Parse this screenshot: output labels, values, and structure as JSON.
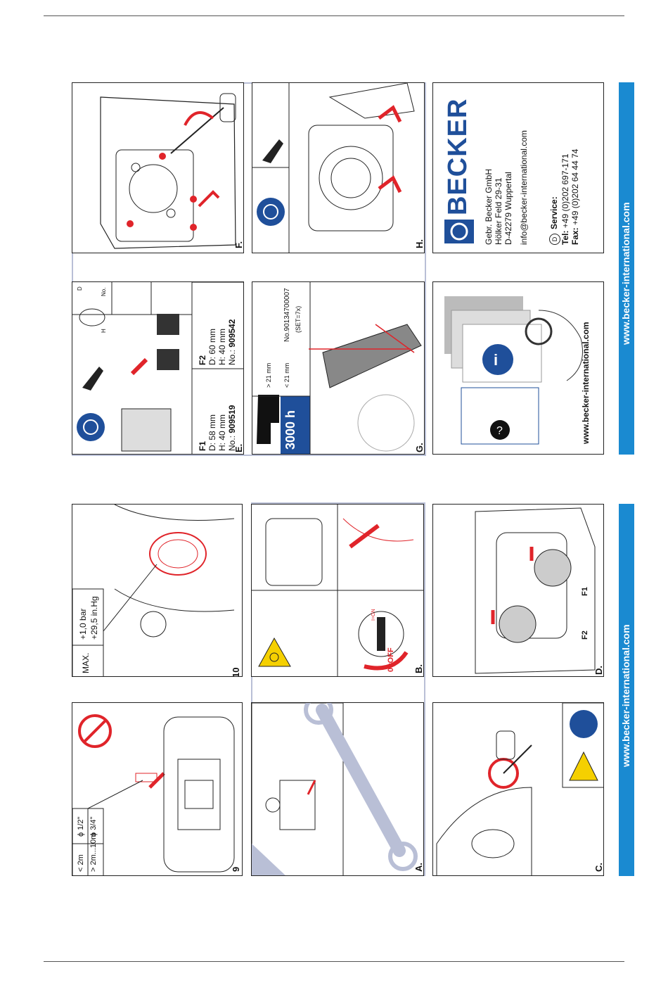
{
  "brand": {
    "name": "BECKER",
    "colors": {
      "blue": "#1a8ad1",
      "red": "#e0242a",
      "navy": "#1f4f9a",
      "frame": "#b9bfd6"
    }
  },
  "url": "www.becker-international.com",
  "panels": {
    "p9": {
      "label": "9",
      "r1": "< 2m",
      "r1b": "ϕ 1/2\"",
      "r2": "> 2m...10m",
      "r2b": "ϕ 3/4\""
    },
    "p10": {
      "label": "10",
      "max": "MAX.",
      "val1": "+1,0 bar",
      "val2": "+29,5 in.Hg"
    },
    "pA": {
      "label": "A."
    },
    "pB": {
      "label": "B.",
      "off": "0=OFF",
      "on": "I=ON"
    },
    "pC": {
      "label": "C."
    },
    "pD": {
      "label": "D.",
      "f1": "F1",
      "f2": "F2"
    },
    "pE": {
      "label": "E.",
      "f1": {
        "name": "F1",
        "d": "D: 58 mm",
        "h": "H: 40 mm",
        "no_prefix": "No.: ",
        "no": "909519"
      },
      "f2": {
        "name": "F2",
        "d": "D: 60 mm",
        "h": "H: 40 mm",
        "no_prefix": "No.: ",
        "no": "909542"
      },
      "dim_d": "D",
      "dim_h": "H",
      "dim_no": "No."
    },
    "pF": {
      "label": "F."
    },
    "pG": {
      "label": "G.",
      "hours": "3000 h",
      "gt": "> 21 mm",
      "lt": "< 21 mm",
      "partno": "No.90134700007",
      "set": "(SET=7x)"
    },
    "pH": {
      "label": "H."
    },
    "contact": {
      "company": "Gebr. Becker GmbH",
      "street": "Hölker Feld 29-31",
      "city": "D-42279 Wuppertal",
      "email": "info@becker-international.com",
      "country": "D",
      "service": "Service:",
      "tel_label": "Tel:",
      "tel": "+49 (0)202 697-171",
      "fax_label": "Fax:",
      "fax": "+49 (0)202 64 44 74"
    }
  }
}
